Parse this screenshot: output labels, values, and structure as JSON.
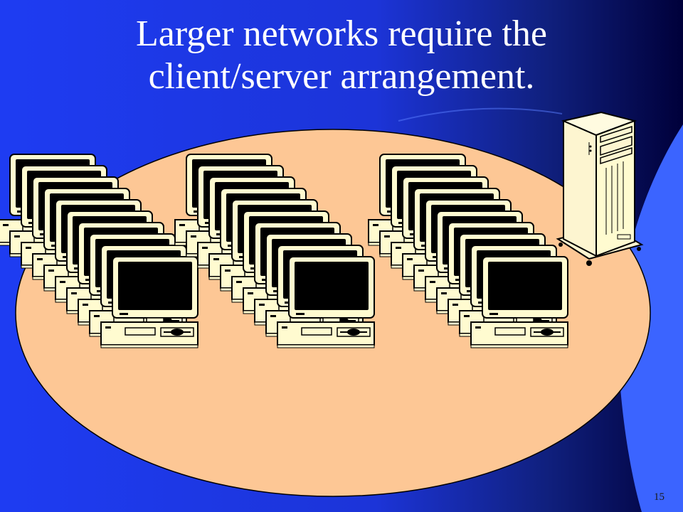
{
  "slide": {
    "title_line1": "Larger networks require the",
    "title_line2": "client/server arrangement.",
    "slide_number": "15"
  },
  "colors": {
    "background_blue": "#1e3cf2",
    "background_dark": "#00003a",
    "accent_blue": "#3b64ff",
    "network_oval": "#fdc795",
    "computer_cream": "#fffbd0",
    "screen_black": "#000000",
    "server_cream": "#fdf5d0"
  },
  "illustration": {
    "client_groups": 3,
    "clients_per_group": 10,
    "server_count": 1
  }
}
